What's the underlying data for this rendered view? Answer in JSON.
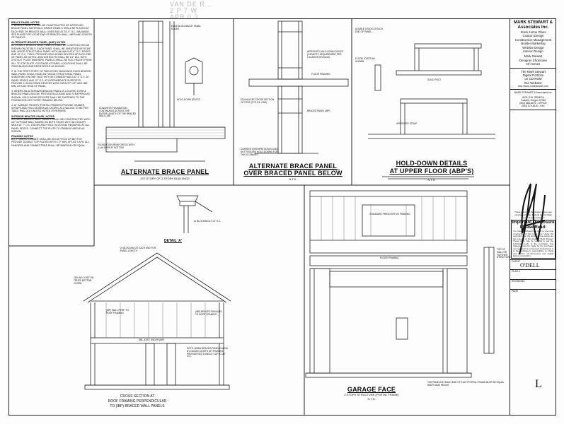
{
  "sheet": {
    "stamp": [
      "VAN DE R...",
      "2 P 7 W",
      "APR 0 3"
    ],
    "general_notes": [
      {
        "heading": "BRACE PANEL NOTES",
        "text": "1. BRACED WALLS SHALL BE CONSTRUCTED OF APPROVED BRACE PANEL MATERIALS. BRACE PANELS SHALL BE PLACED AT EACH END OF BRACED WALL LINES AND AT 25'-0\" O.C. MAXIMUM. SEE PLANS FOR LOCATIONS OF BRACED WALL LINES AND LENGTH OF PANELS."
      },
      {
        "heading": "ALTERNATE BRACED PANEL (ABP) NOTES",
        "text": "ALTERNATE BRACED WALL PANELS SHALL BE CONSTRUCTED AS SHOWN ON DETAILS. EACH PANEL SHALL BE SHEATHED WITH 3/8\" MIN. WOOD STRUCTURAL PANEL WITH 8d NAILS AT 6\" O.C. EDGES AND 12\" O.C. FIELD. PROVIDE HOLD-DOWN DEVICES AT EACH END OF PANEL AS NOTED. ANCHOR BOLTS SHALL BE 1/2\" DIA. WITH 3\"x3\"x1/4\" PLATE WASHERS. PANELS SHALL BE FULL HEIGHT FROM SILL TO TOP PLATE. FOOTINGS AT PANEL LOCATIONS SHALL BE CONTINUOUS AND REINFORCED AS SHOWN."
      },
      {
        "heading": "",
        "text": "2. IN THE FIRST STORY OF TWO-STORY BUILDINGS EACH BRACED WALL PANEL SHALL HAVE 3/8\" WOOD STRUCTURAL PANEL SHEATHING ON ONE FACE WITH 8d COMMON NAILS AT 4\" O.C. AT PANEL EDGES AND 12\" O.C. AT INTERMEDIATE SUPPORTS. PROVIDE 2 HOLD-DOWN DEVICES WITH CAPACITY OF 1800 LBS. MIN. AT EACH END OF PANEL."
      },
      {
        "heading": "",
        "text": "3. WHERE AN ALTERNATE BRACED PANEL IS LOCATED OVER A BRACED PANEL BELOW, PROVIDE BLOCKING AND STRAPPING AS SHOWN. HOLD-DOWN DEVICES SHALL BE FASTENED TO THE FOUNDATION OR FLOOR FRAMING BELOW."
      },
      {
        "heading": "",
        "text": "4. AT GARAGE FRONTS (PORTAL FRAMES) PROVIDE HEADER, STRAPS AND HOLD-DOWNS AS SHOWN. ALL NAILING TO BE PER TABLE R602.3(1) UNLESS NOTED OTHERWISE."
      },
      {
        "heading": "INTERIOR BRACED PANEL NOTES",
        "text": "INTERIOR BRACED WALL PANELS SHALL BE CONSTRUCTED WITH 1/2\" GYPSUM WALL BOARD ON BOTH FACES WITH 5d COOLER NAILS AT 7\" O.C. EDGES AND FIELD. BLOCKING REQUIRED AT ALL PANEL EDGES. CONNECT TOP PLATE TO FRAMING ABOVE AS SHOWN."
      },
      {
        "heading": "FRAMING NOTES",
        "text": "ALL FRAMING LUMBER SHALL BE DOUG FIR #2 OR BETTER. PROVIDE DOUBLE TOP PLATES WITH 4'-0\" MIN. SPLICE LAPS. ALL HANGERS AND CONNECTORS SHALL BE SIMPSON OR EQUAL."
      }
    ]
  },
  "details": {
    "abp_first_story": {
      "title": "ALTERNATE BRACE PANEL",
      "subtitle": "1ST-STORY OF 2-STORY BUILDINGS"
    },
    "abp_over_braced": {
      "title": "ALTERNATE BRACE PANEL",
      "title2": "OVER BRACED PANEL BELOW",
      "subtitle": "N.T.S."
    },
    "hold_down": {
      "title": "HOLD-DOWN DETAILS",
      "title2": "AT UPPER FLOOR (ABP'S)",
      "subtitle": "N.T.S."
    },
    "detail_a": {
      "title": "DETAIL 'A'"
    },
    "cross_section": {
      "title": "CROSS SECTION AT",
      "title2": "ROOF FRAMING PERPENDICULAR",
      "title3": "TO (IBP) BRACED WALL PANELS"
    },
    "garage": {
      "title": "GARAGE FACE",
      "subtitle": "2-STORY STRUCTURE (PORTAL FRAME)",
      "scale": "N.T.S.",
      "note": "THE PANELS AT EACH END OF EACH PORTAL FRAME MUST BE EQUAL WIDTH AND HEIGHT",
      "label_top": "STANDARD PRESCRIPTIVE FRAMING",
      "label_floor": "FLOOR FRAMING"
    }
  },
  "labels": {
    "edge_blocking": "EDGE BLOCKING AT PANEL EDGES",
    "hold_down": "HOLD-DOWN DEVICE",
    "concrete_foundation": "CONCRETE FOUNDATION CONTINUOUS ACROSS THE ENTIRE LENGTH OF THE BRACED WALL LINE",
    "foundation_reinforced": "FOUNDATION REINFORCED WITH (1) #4 BARS AT BOTTOM",
    "approved_hold_down": "APPROVED HOLD-DOWN DEVICE (CAPACITY REQUIREMENT PER LOCATION ON BLDG)",
    "floor_framing": "FLOOR FRAMING",
    "equivalent_cross": "EQUIVALENT CROSS SECTION OF STUD (TYP. EA. END)",
    "braced_panel": "BRACED PANEL (IBP)",
    "current_interp": "CURRENT INTERPRETATION DOES NOT REQUIRE HOLD-DOWNS FOR THIS SCENARIO",
    "double_studs": "DOUBLE STUDS AT EACH END OF PANEL",
    "floor_joists": "FLOOR JOISTS AS SHOWN",
    "solid_post": "SOLID POST",
    "strap": "APPROVED STRAP",
    "ceiling_joist": "CEILING JOIST OR TRUSS BOTTOM CHORD",
    "ibp_wall": "(IBP) WALL PERP. TO ROOF FRAMING",
    "blocking": "2x BLOCKING AT EACH END FOR PANEL LENGTH",
    "braced_wall_panels": "(IBP) BRACED PARALLEL TO ROOF FRAMING",
    "dbl_joist": "DBL JOIST UNDER (IBP)",
    "note_section": "NOTE: WHEN BRACED PANELS ALIGN BY CEILING JOISTS OR TRUSSES, PROVIDE REQ'D ANGLE CLIP AT 48\" O.C.",
    "top_plate": "TOP OF WALL OR FURTHER STRUCTURE",
    "three_layer": "2x BLOCKING AT 16\" O.C."
  },
  "title_block": {
    "firm": "MARK STEWART & Associates Inc.",
    "services": [
      "Stock Home Plans",
      "Custom Design",
      "Construction Management",
      "Builder Marketing",
      "Website Design",
      "Interior Design"
    ],
    "showcase": [
      "Mark Stewart",
      "Designer Showcase",
      "Of Homes"
    ],
    "digital": [
      "The Mark Stewart",
      "Digital Portfolio",
      "on CD-ROM"
    ],
    "website_label": "Our Website:",
    "website": "http://www.markstewart.com",
    "firm_small": "MARK STEWART & Associates Inc.",
    "address": [
      "8131 S.W. SENECA",
      "Tualatin, Oregon 97062"
    ],
    "phones": [
      "(503) 885-8070 - OFFICE",
      "(503) 579-8120 - FAX"
    ],
    "copyright": "These plans and the designs herein are copyrighted under Federal Law by Mark Stewart & Associates Inc.",
    "important": [
      "Important Disclosure",
      "Please Read:"
    ],
    "disclosure": "You have purchased the right to one time construction of this home only. Under the copyright laws, the plans and the design are the property of the designer Mark Stewart. These plans may be modified to suit the individual needs of the purchaser. Any changes must be made by the purchaser and reviewed by a licensed professional. It is the purchaser's responsibility to check and confirm all dimensions and details before construction.",
    "client_label": "CLIENT",
    "client": "O'DELL",
    "plan_label": "PLAN #",
    "revision_label": "REVISIONS",
    "page_label": "PAGE",
    "page": "L"
  }
}
